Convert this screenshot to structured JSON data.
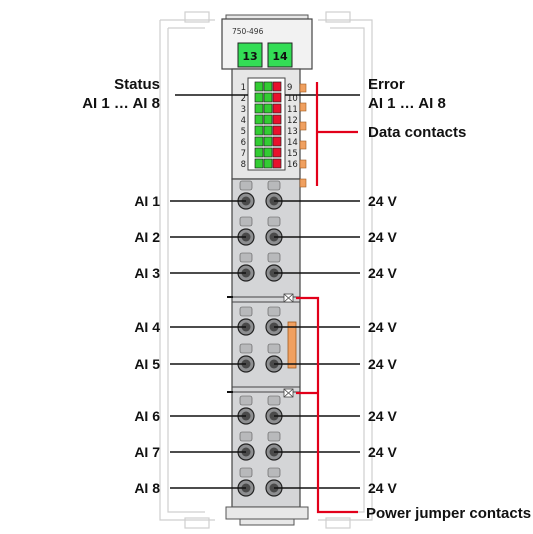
{
  "module": {
    "part_number": "750-496",
    "tab_left": "13",
    "tab_right": "14"
  },
  "led_panel": {
    "left_numbers": [
      "1",
      "2",
      "3",
      "4",
      "5",
      "6",
      "7",
      "8"
    ],
    "right_numbers": [
      "9",
      "10",
      "11",
      "12",
      "13",
      "14",
      "15",
      "16"
    ]
  },
  "labels": {
    "status_line1": "Status",
    "status_line2": "AI 1 … AI 8",
    "error_line1": "Error",
    "error_line2": "AI 1 … AI 8",
    "data_contacts": "Data contacts",
    "power_jumper_contacts": "Power jumper contacts"
  },
  "inputs_left": [
    "AI 1",
    "AI 2",
    "AI 3",
    "AI 4",
    "AI 5",
    "AI 6",
    "AI 7",
    "AI 8"
  ],
  "supply_right": [
    "24 V",
    "24 V",
    "24 V",
    "24 V",
    "24 V",
    "24 V",
    "24 V",
    "24 V"
  ],
  "colors": {
    "accent_red": "#e2001a",
    "led_green": "#33cc33",
    "led_red": "#e8112d",
    "tab_green": "#33dd55",
    "module_gray": "#cfd0d2",
    "contact_orange": "#f0a060"
  }
}
